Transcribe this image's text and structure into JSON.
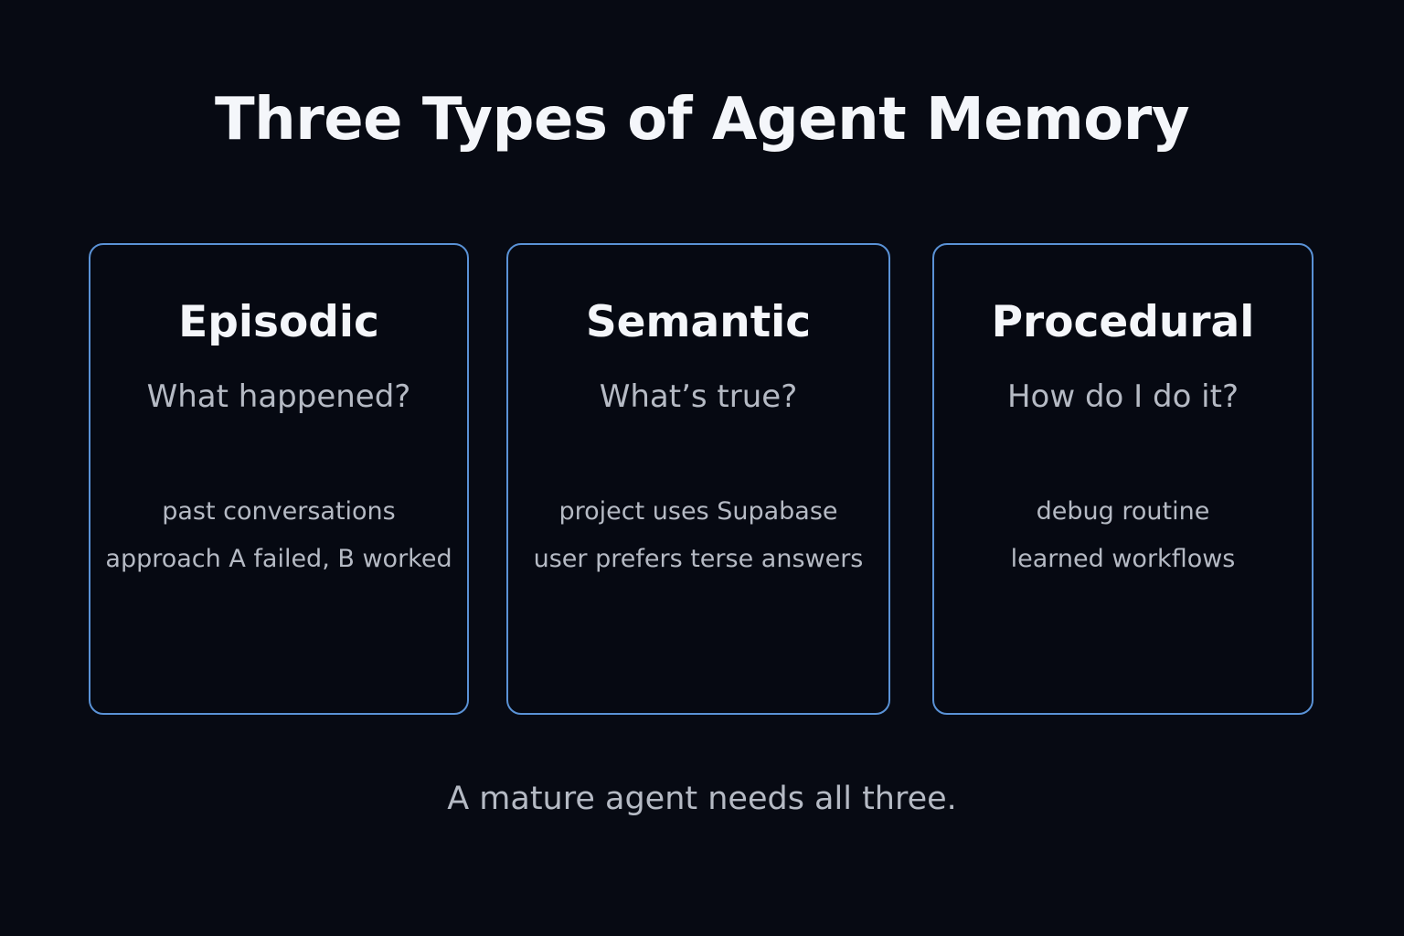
{
  "title": "Three Types of Agent Memory",
  "cards": [
    {
      "heading": "Episodic",
      "question": "What happened?",
      "examples": [
        "past conversations",
        "approach A failed, B worked"
      ]
    },
    {
      "heading": "Semantic",
      "question": "What’s true?",
      "examples": [
        "project uses Supabase",
        "user prefers terse answers"
      ]
    },
    {
      "heading": "Procedural",
      "question": "How do I do it?",
      "examples": [
        "debug routine",
        "learned workflows"
      ]
    }
  ],
  "footer": "A mature agent needs all three.",
  "colors": {
    "background": "#070a13",
    "card_border": "#5a92d6",
    "heading_text": "#f4f6fa",
    "body_text": "#b5bac4"
  }
}
